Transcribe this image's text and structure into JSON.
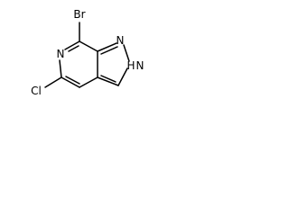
{
  "molecule": {
    "atoms": {
      "bromine": "Br",
      "chlorine": "Cl",
      "pyridine_nitrogen": "N",
      "pyrazole_n1": "N",
      "pyrazole_n2h": "N",
      "pyrazole_h": "H"
    }
  }
}
